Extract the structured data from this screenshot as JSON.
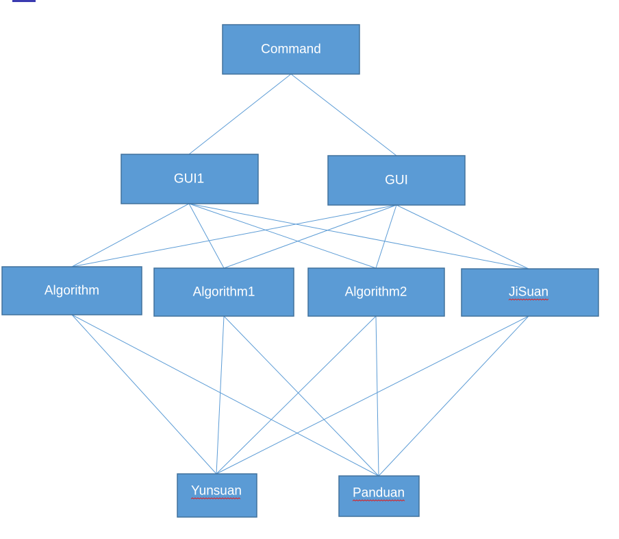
{
  "colors": {
    "node_fill": "#5b9bd5",
    "node_border": "#41719c",
    "edge": "#5b9bd5",
    "label": "#ffffff",
    "spellcheck_underline": "#e02020"
  },
  "nodes": [
    {
      "id": "command",
      "label": "Command"
    },
    {
      "id": "gui1",
      "label": "GUI1"
    },
    {
      "id": "gui",
      "label": "GUI"
    },
    {
      "id": "algorithm",
      "label": "Algorithm"
    },
    {
      "id": "algorithm1",
      "label": "Algorithm1"
    },
    {
      "id": "algorithm2",
      "label": "Algorithm2"
    },
    {
      "id": "jisuan",
      "label": "JiSuan",
      "spellcheck": true
    },
    {
      "id": "yunsuan",
      "label": "Yunsuan",
      "spellcheck": true
    },
    {
      "id": "panduan",
      "label": "Panduan",
      "spellcheck": true
    }
  ],
  "edges": [
    {
      "from": "command",
      "to": "gui1"
    },
    {
      "from": "command",
      "to": "gui"
    },
    {
      "from": "gui1",
      "to": "algorithm"
    },
    {
      "from": "gui1",
      "to": "algorithm1"
    },
    {
      "from": "gui1",
      "to": "algorithm2"
    },
    {
      "from": "gui1",
      "to": "jisuan"
    },
    {
      "from": "gui",
      "to": "algorithm"
    },
    {
      "from": "gui",
      "to": "algorithm1"
    },
    {
      "from": "gui",
      "to": "algorithm2"
    },
    {
      "from": "gui",
      "to": "jisuan"
    },
    {
      "from": "algorithm",
      "to": "yunsuan"
    },
    {
      "from": "algorithm",
      "to": "panduan"
    },
    {
      "from": "algorithm1",
      "to": "yunsuan"
    },
    {
      "from": "algorithm1",
      "to": "panduan"
    },
    {
      "from": "algorithm2",
      "to": "yunsuan"
    },
    {
      "from": "algorithm2",
      "to": "panduan"
    },
    {
      "from": "jisuan",
      "to": "yunsuan"
    },
    {
      "from": "jisuan",
      "to": "panduan"
    }
  ]
}
